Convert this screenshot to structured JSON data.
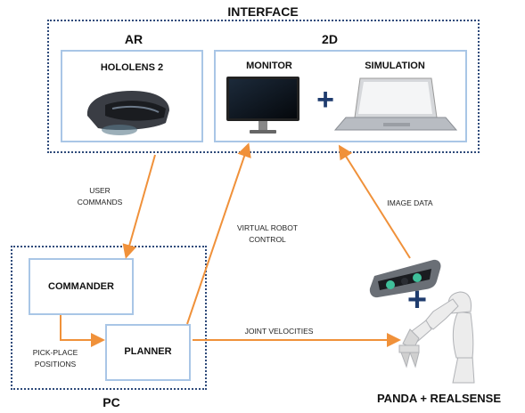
{
  "interface": {
    "title": "INTERFACE",
    "ar": {
      "title": "AR",
      "device": "HOLOLENS 2"
    },
    "twod": {
      "title": "2D",
      "monitor": "MONITOR",
      "simulation": "SIMULATION",
      "plus": "+"
    }
  },
  "pc": {
    "title": "PC",
    "commander": "COMMANDER",
    "planner": "PLANNER"
  },
  "robot": {
    "label": "PANDA + REALSENSE",
    "plus": "+"
  },
  "arrows": {
    "user_commands": [
      "USER",
      "COMMANDS"
    ],
    "virtual_robot_control": [
      "VIRTUAL ROBOT",
      "CONTROL"
    ],
    "image_data": "IMAGE DATA",
    "joint_velocities": "JOINT VELOCITIES",
    "pick_place_positions": [
      "PICK-PLACE",
      "POSITIONS"
    ]
  },
  "colors": {
    "arrow": "#f0913a",
    "dotted_border": "#2e4a7a",
    "panel_border": "#a9c6e6",
    "plus": "#1f3c6e"
  }
}
